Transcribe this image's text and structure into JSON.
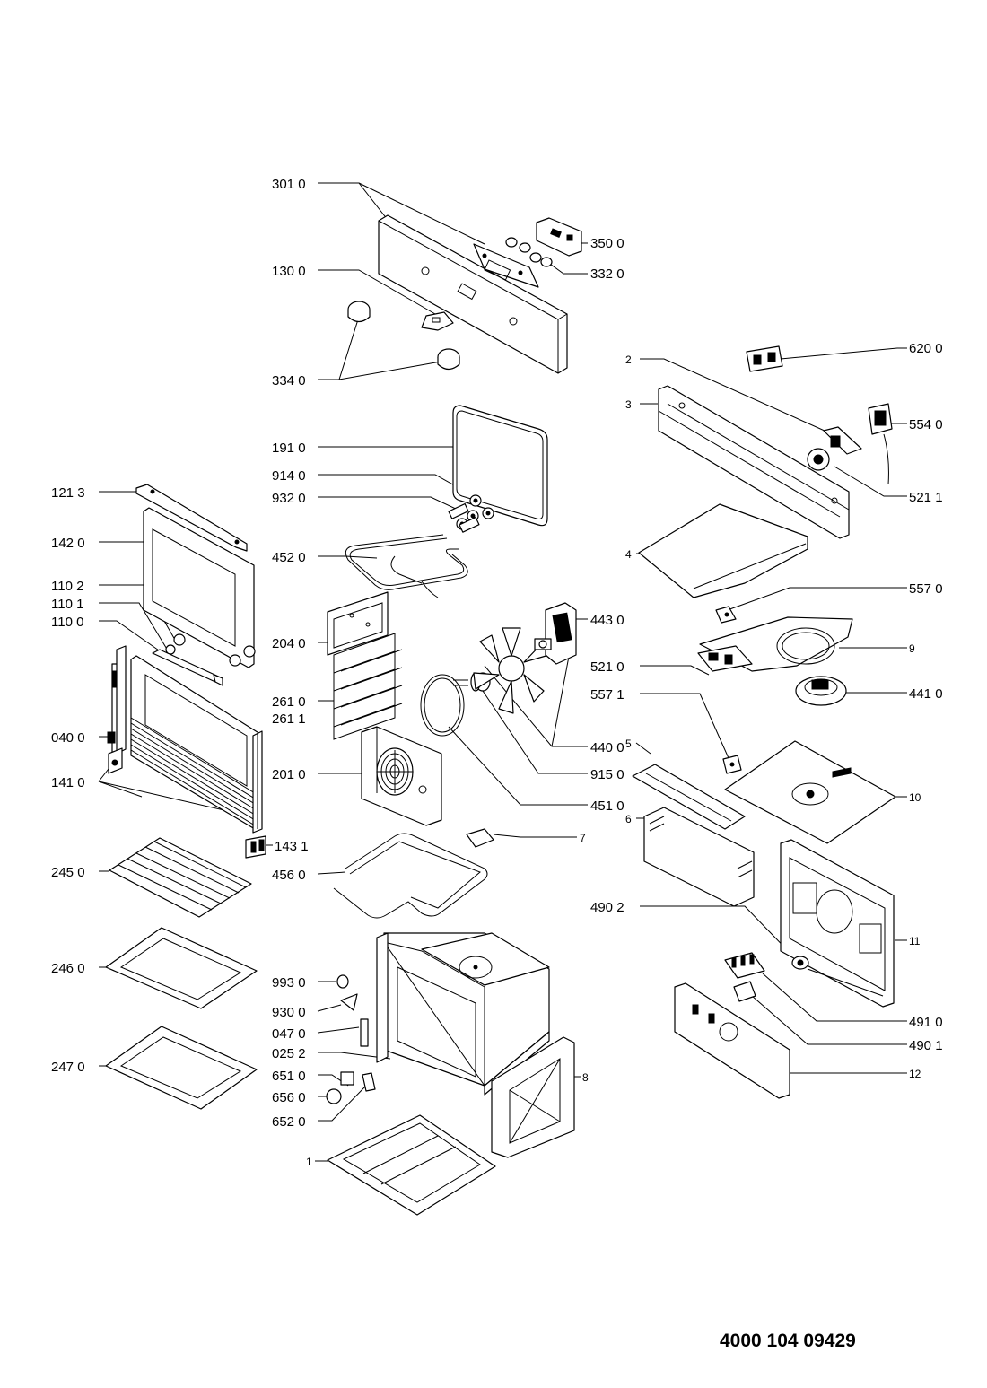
{
  "document_code": "4000 104 09429",
  "labels": {
    "l3010": "301 0",
    "l3500": "350 0",
    "l3320": "332 0",
    "l1300": "130 0",
    "l3340": "334 0",
    "l6200": "620 0",
    "l2": "2",
    "l3": "3",
    "l5540": "554 0",
    "l5211": "521 1",
    "l1910": "191 0",
    "l9140": "914 0",
    "l1213": "121 3",
    "l9320": "932 0",
    "l1420": "142 0",
    "l4520": "452 0",
    "l4": "4",
    "l5570": "557 0",
    "l1102": "110 2",
    "l1101": "110 1",
    "l1100": "110 0",
    "l4430": "443 0",
    "l2040": "204 0",
    "l9": "9",
    "l5210": "521 0",
    "l2610": "261 0",
    "l2611": "261 1",
    "l5571": "557 1",
    "l4410": "441 0",
    "l0400": "040 0",
    "l4400": "440 0",
    "l5": "5",
    "l2010": "201 0",
    "l1410": "141 0",
    "l9150": "915 0",
    "l10": "10",
    "l4510": "451 0",
    "l6": "6",
    "l1431": "143 1",
    "l7": "7",
    "l2450": "245 0",
    "l4560": "456 0",
    "l4902": "490 2",
    "l11": "11",
    "l2460": "246 0",
    "l9930": "993 0",
    "l9300": "930 0",
    "l4910": "491 0",
    "l0470": "047 0",
    "l4901": "490 1",
    "l0252": "025 2",
    "l2470": "247 0",
    "l6510": "651 0",
    "l8": "8",
    "l12": "12",
    "l6560": "656 0",
    "l6520": "652 0",
    "l1": "1"
  }
}
